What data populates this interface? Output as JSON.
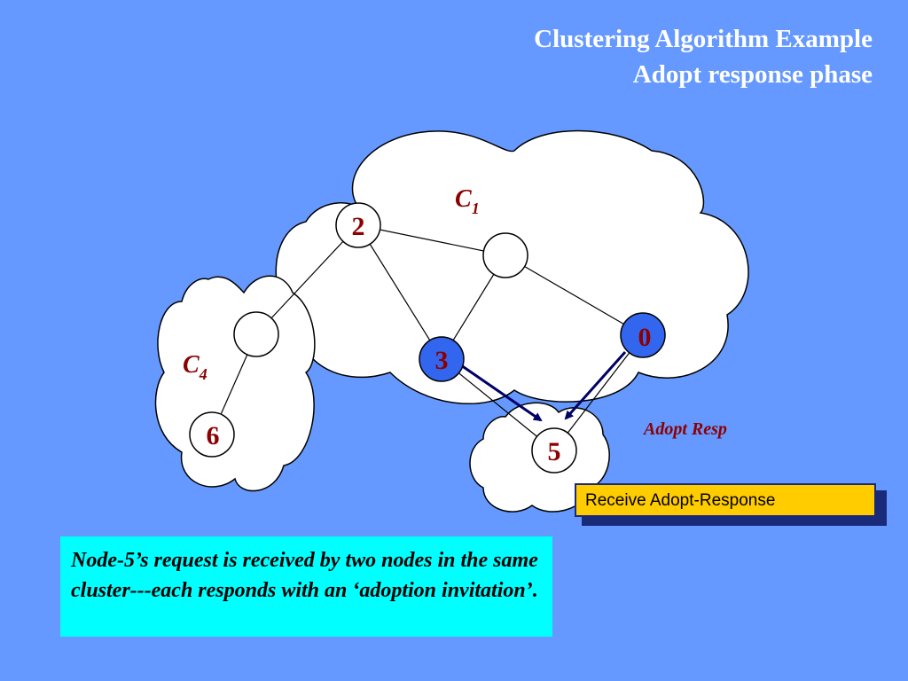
{
  "title": {
    "line1": "Clustering Algorithm Example",
    "line2": "Adopt response phase"
  },
  "clusters": {
    "c1": {
      "letter": "C",
      "subscript": "1"
    },
    "c4": {
      "letter": "C",
      "subscript": "4"
    }
  },
  "nodes": {
    "n2": {
      "label": "2"
    },
    "n3": {
      "label": "3"
    },
    "n0": {
      "label": "0"
    },
    "n5": {
      "label": "5"
    },
    "n6": {
      "label": "6"
    }
  },
  "arrow_label": "Adopt Resp",
  "callout": "Receive Adopt-Response",
  "note": "Node-5’s request is received by two nodes in the same cluster---each responds with an ‘adoption invitation’.",
  "colors": {
    "background": "#6699ff",
    "cloud": "#ffffff",
    "highlight_node": "#3366ee",
    "arrow": "#000066",
    "label_red": "#8b0000",
    "callout_bg": "#ffcc00",
    "note_bg": "#00ffff"
  }
}
